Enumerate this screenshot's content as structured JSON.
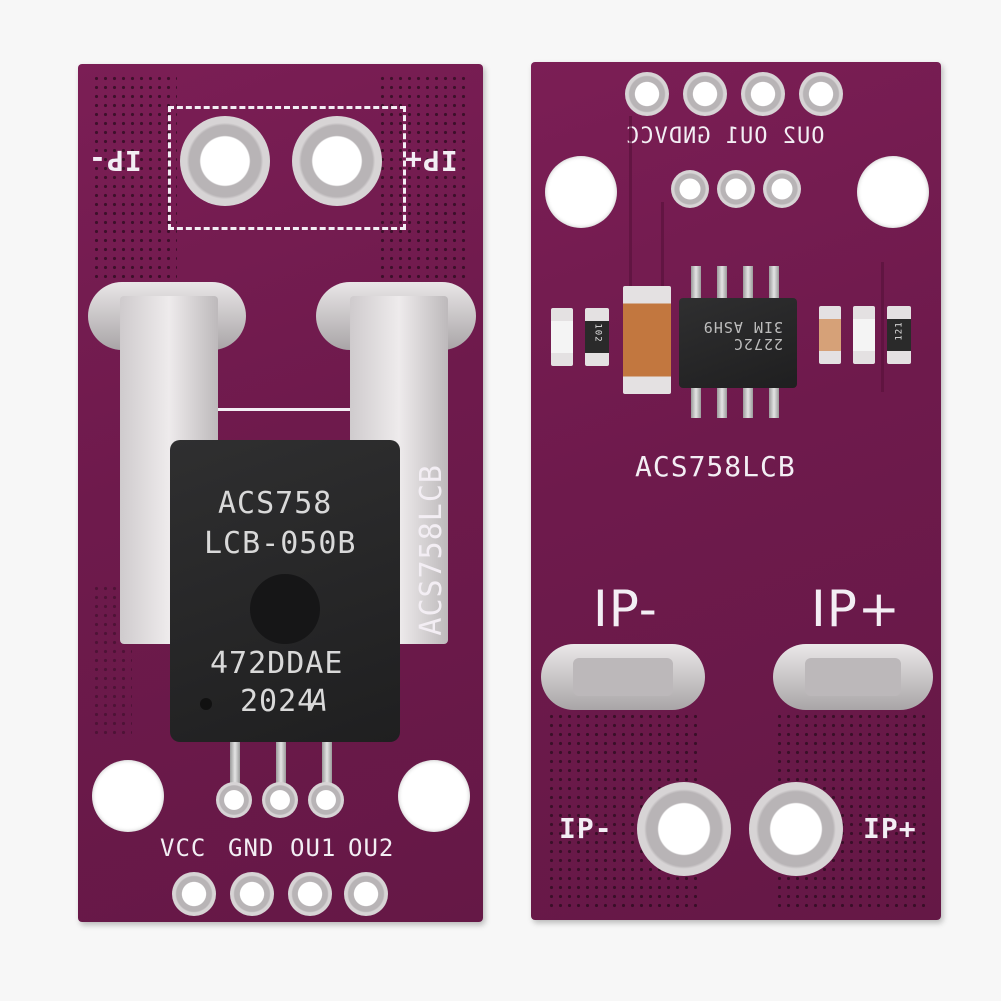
{
  "left_board": {
    "top_labels": {
      "minus": "IP-",
      "plus": "IP+"
    },
    "side_label": "ACS758LCB",
    "chip": {
      "line1": "ACS758",
      "line2": "LCB-050B",
      "line3": "472DDAE",
      "line4": "2024"
    },
    "pins": [
      "VCC",
      "GND",
      "OU1",
      "OU2"
    ]
  },
  "right_board": {
    "pins_mirrored": "OU2 OU1 GNDVCC",
    "title": "ACS758LCB",
    "ic_marking": "2272C 3IM ASH9",
    "resistor_a": "102",
    "resistor_b": "121",
    "big_labels": {
      "minus": "IP-",
      "plus": "IP+"
    },
    "small_labels": {
      "minus": "IP-",
      "plus": "IP+"
    }
  },
  "colors": {
    "pcb": "#6e1a4c",
    "silkscreen": "#f3eef4",
    "ic_body": "#262627",
    "tin": "#d7d4d5"
  }
}
